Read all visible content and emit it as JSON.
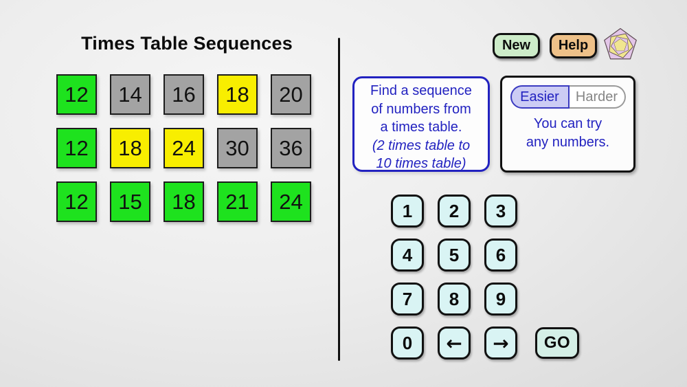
{
  "title": "Times Table Sequences",
  "header": {
    "new_label": "New",
    "help_label": "Help",
    "logo": "pentagon-spiral-logo"
  },
  "tiles": [
    {
      "value": "12",
      "color": "green"
    },
    {
      "value": "14",
      "color": "gray"
    },
    {
      "value": "16",
      "color": "gray"
    },
    {
      "value": "18",
      "color": "yellow"
    },
    {
      "value": "20",
      "color": "gray"
    },
    {
      "value": "12",
      "color": "green"
    },
    {
      "value": "18",
      "color": "yellow"
    },
    {
      "value": "24",
      "color": "yellow"
    },
    {
      "value": "30",
      "color": "gray"
    },
    {
      "value": "36",
      "color": "gray"
    },
    {
      "value": "12",
      "color": "green"
    },
    {
      "value": "15",
      "color": "green"
    },
    {
      "value": "18",
      "color": "green"
    },
    {
      "value": "21",
      "color": "green"
    },
    {
      "value": "24",
      "color": "green"
    }
  ],
  "instruction": {
    "lines": [
      "Find a sequence",
      "of numbers from",
      "a times table.",
      "(2 times table to",
      "10 times table)"
    ]
  },
  "difficulty": {
    "easier_label": "Easier",
    "harder_label": "Harder",
    "selected": "Easier",
    "note_line1": "You can try",
    "note_line2": "any numbers."
  },
  "keypad": {
    "keys": [
      "1",
      "2",
      "3",
      "4",
      "5",
      "6",
      "7",
      "8",
      "9",
      "0",
      "←",
      "→"
    ],
    "go_label": "GO"
  },
  "colors": {
    "tile_green": "#1ee21e",
    "tile_yellow": "#f8ee00",
    "tile_gray": "#a3a3a3",
    "keypad_fill": "#d9f4f4",
    "go_fill": "#d4efe6",
    "new_fill": "#cdecc9",
    "help_fill": "#eec189",
    "accent_blue": "#2222c0",
    "easier_fill": "#ccccf4"
  }
}
